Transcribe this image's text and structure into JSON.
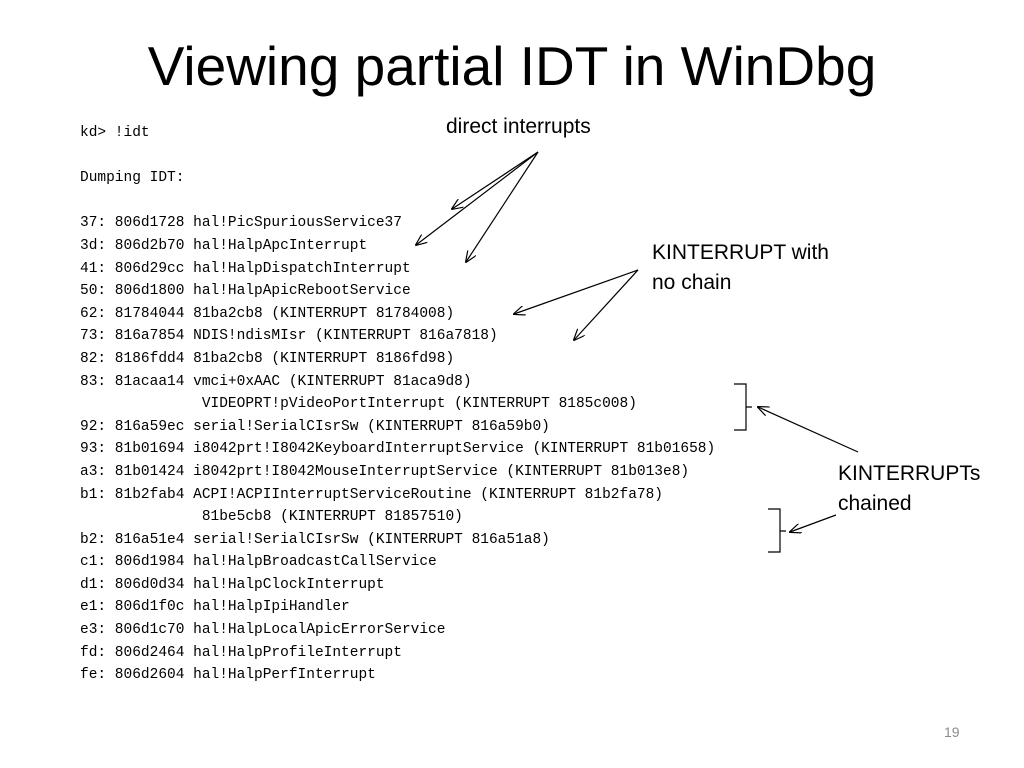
{
  "slide": {
    "title": "Viewing partial IDT in WinDbg",
    "page_number": "19"
  },
  "listing": {
    "command": "kd> !idt",
    "header": "Dumping IDT:",
    "entries": [
      "37: 806d1728 hal!PicSpuriousService37",
      "3d: 806d2b70 hal!HalpApcInterrupt",
      "41: 806d29cc hal!HalpDispatchInterrupt",
      "50: 806d1800 hal!HalpApicRebootService",
      "62: 81784044 81ba2cb8 (KINTERRUPT 81784008)",
      "73: 816a7854 NDIS!ndisMIsr (KINTERRUPT 816a7818)",
      "82: 8186fdd4 81ba2cb8 (KINTERRUPT 8186fd98)",
      "83: 81acaa14 vmci+0xAAC (KINTERRUPT 81aca9d8)",
      "              VIDEOPRT!pVideoPortInterrupt (KINTERRUPT 8185c008)",
      "92: 816a59ec serial!SerialCIsrSw (KINTERRUPT 816a59b0)",
      "93: 81b01694 i8042prt!I8042KeyboardInterruptService (KINTERRUPT 81b01658)",
      "a3: 81b01424 i8042prt!I8042MouseInterruptService (KINTERRUPT 81b013e8)",
      "b1: 81b2fab4 ACPI!ACPIInterruptServiceRoutine (KINTERRUPT 81b2fa78)",
      "              81be5cb8 (KINTERRUPT 81857510)",
      "b2: 816a51e4 serial!SerialCIsrSw (KINTERRUPT 816a51a8)",
      "c1: 806d1984 hal!HalpBroadcastCallService",
      "d1: 806d0d34 hal!HalpClockInterrupt",
      "e1: 806d1f0c hal!HalpIpiHandler",
      "e3: 806d1c70 hal!HalpLocalApicErrorService",
      "fd: 806d2464 hal!HalpProfileInterrupt",
      "fe: 806d2604 hal!HalpPerfInterrupt"
    ]
  },
  "annotations": {
    "direct_interrupts": "direct interrupts",
    "no_chain_line1": "KINTERRUPT with",
    "no_chain_line2": "no chain",
    "chained_line1": "KINTERRUPTs",
    "chained_line2": "chained"
  }
}
